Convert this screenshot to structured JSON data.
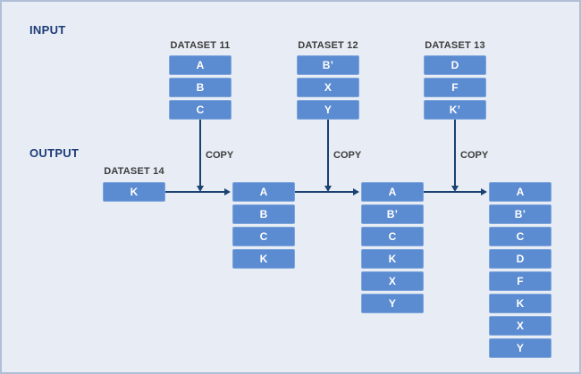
{
  "title_labels": {
    "input": "INPUT",
    "output": "OUTPUT"
  },
  "copy_label": "COPY",
  "input_datasets": [
    {
      "title": "DATASET 11",
      "items": [
        "A",
        "B",
        "C"
      ]
    },
    {
      "title": "DATASET 12",
      "items": [
        "B’",
        "X",
        "Y"
      ]
    },
    {
      "title": "DATASET 13",
      "items": [
        "D",
        "F",
        "K’"
      ]
    }
  ],
  "output_seed": {
    "title": "DATASET 14",
    "items": [
      "K"
    ]
  },
  "output_datasets": [
    {
      "items": [
        "A",
        "B",
        "C",
        "K"
      ]
    },
    {
      "items": [
        "A",
        "B’",
        "C",
        "K",
        "X",
        "Y"
      ]
    },
    {
      "items": [
        "A",
        "B’",
        "C",
        "D",
        "F",
        "K",
        "X",
        "Y"
      ]
    }
  ],
  "colors": {
    "background": "#e8edf5",
    "frame_border": "#aebfd6",
    "box_fill": "#5b8bd0",
    "box_edge": "#7ea5dc",
    "box_text": "#ffffff",
    "section_label": "#1e3c78",
    "caption_text": "#3c3c3c",
    "arrow": "#1a4173"
  }
}
